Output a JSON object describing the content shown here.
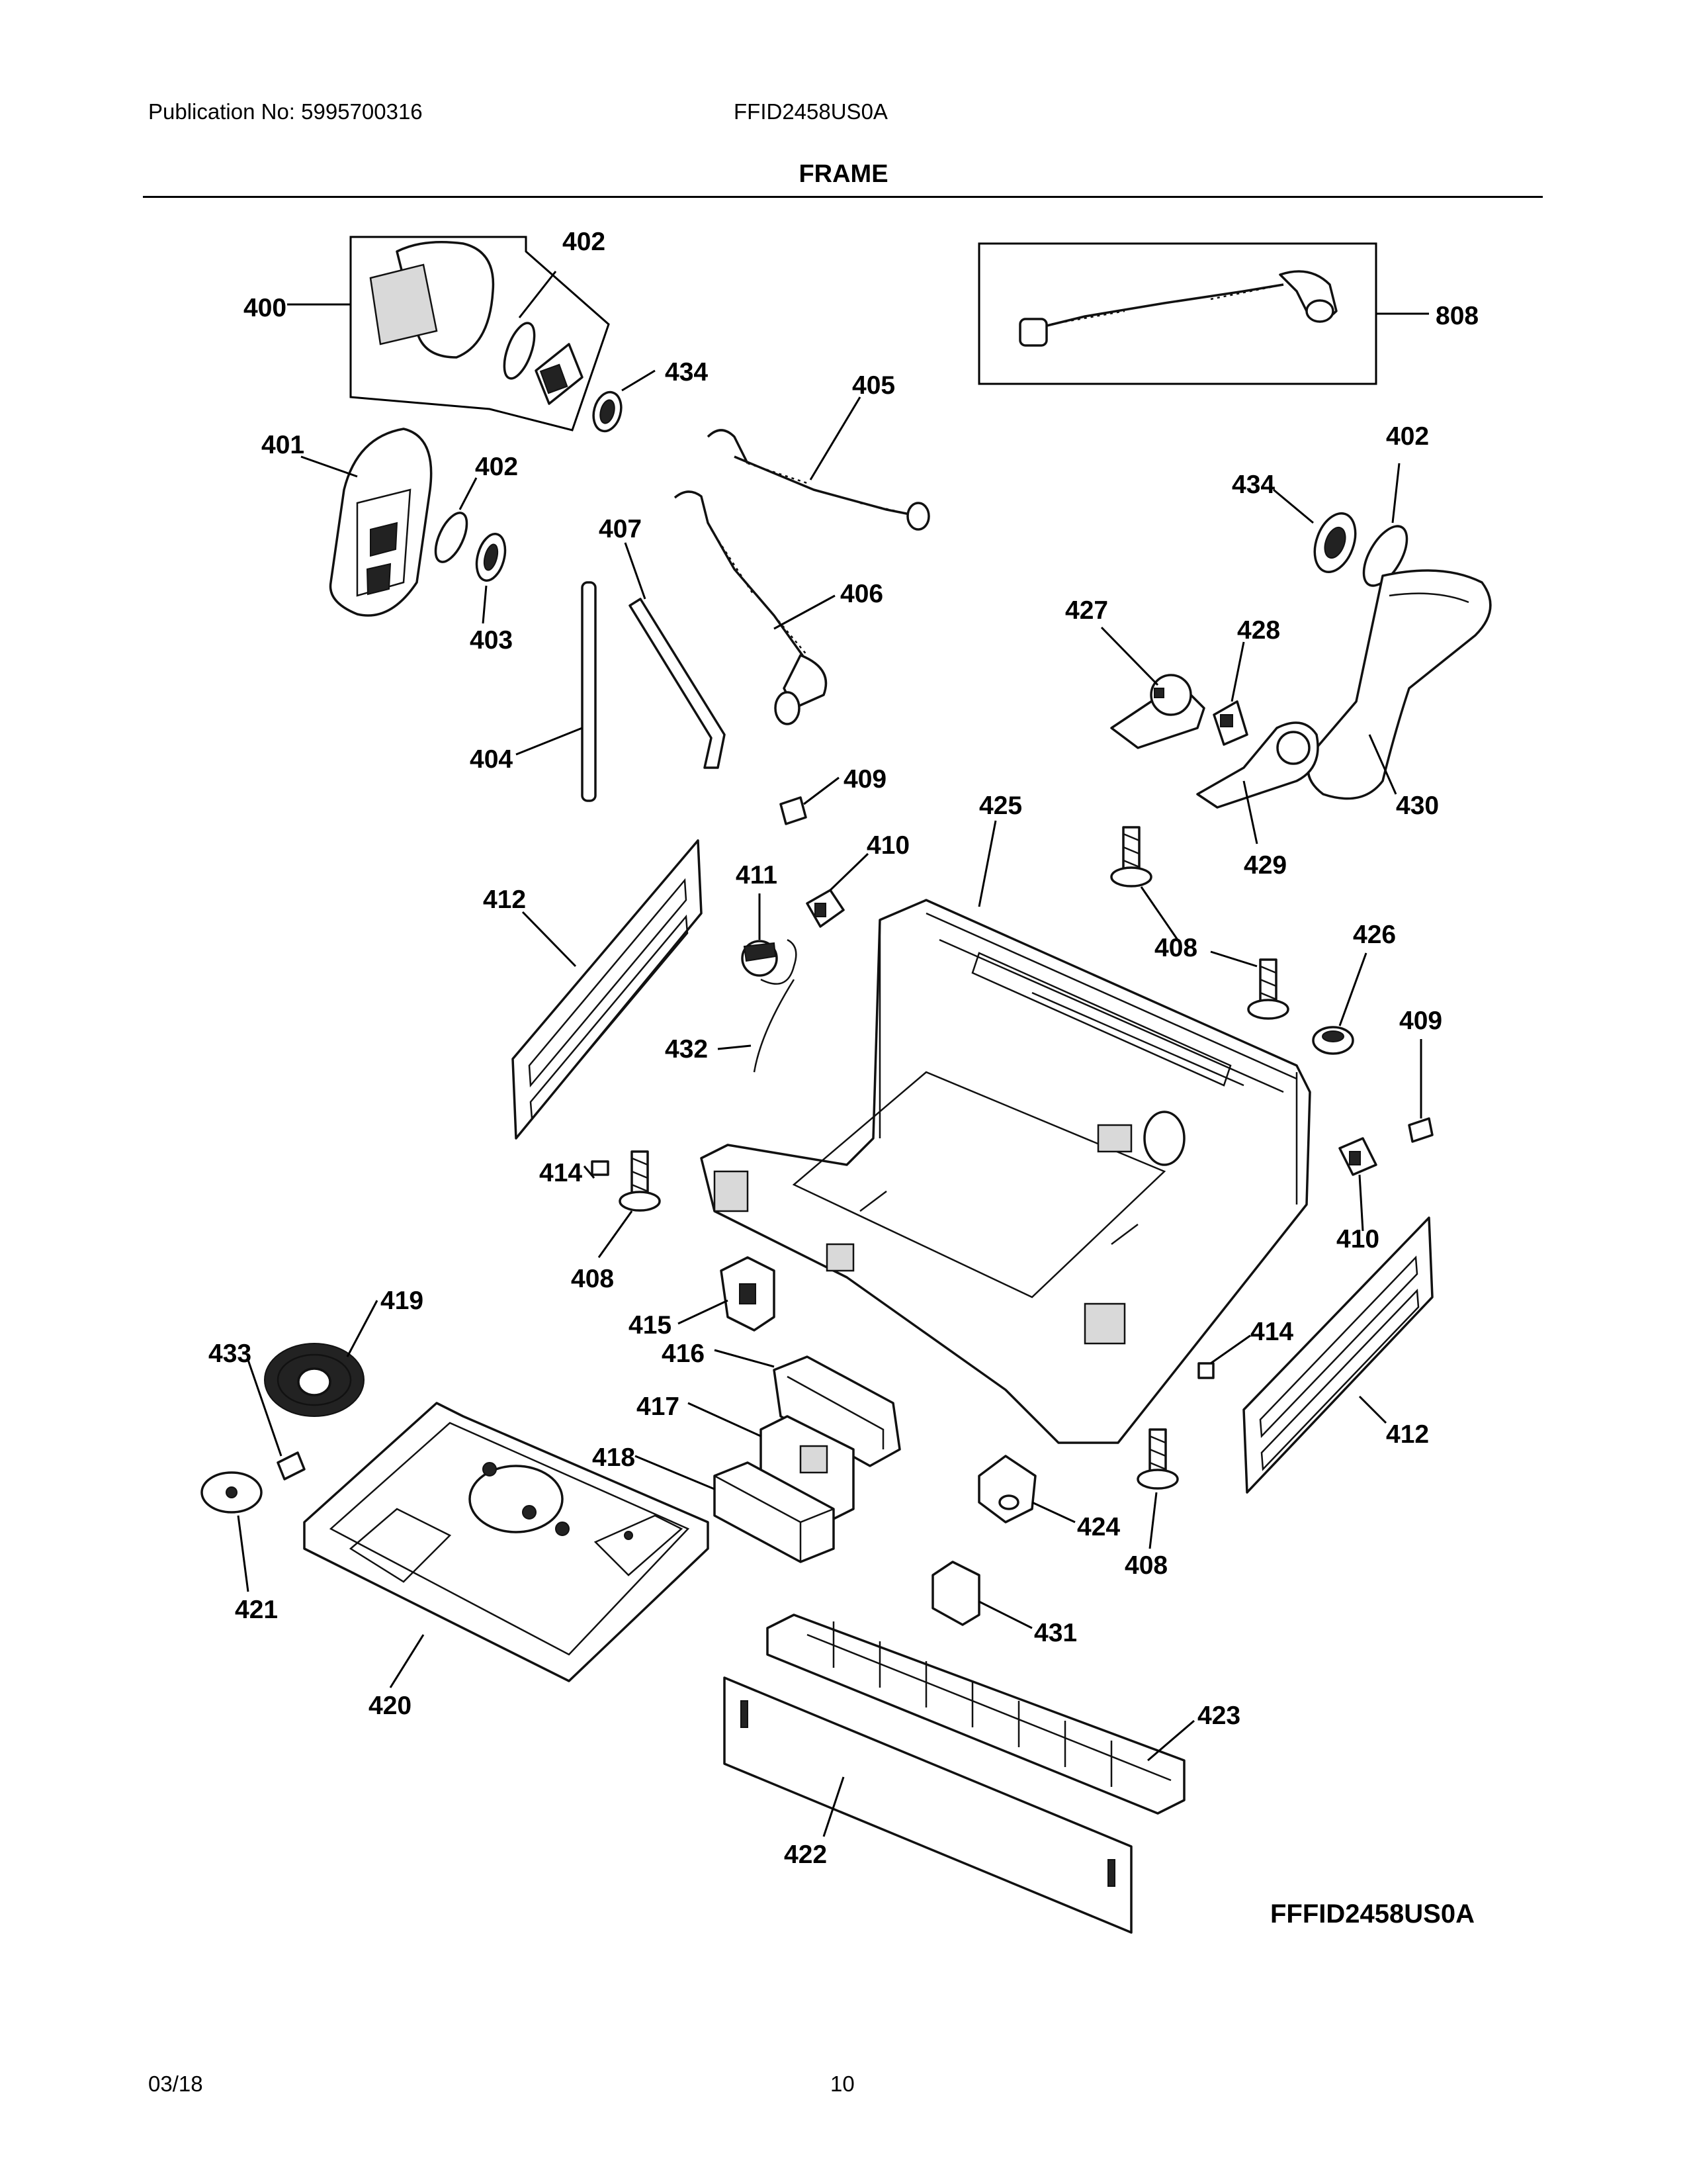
{
  "header": {
    "publication": "Publication No: 5995700316",
    "model": "FFID2458US0A",
    "section": "FRAME"
  },
  "footer": {
    "date": "03/18",
    "page": "10"
  },
  "diagram_code": "FFFID2458US0A",
  "callouts": [
    {
      "id": "c-400",
      "label": "400"
    },
    {
      "id": "c-402a",
      "label": "402"
    },
    {
      "id": "c-434a",
      "label": "434"
    },
    {
      "id": "c-808",
      "label": "808"
    },
    {
      "id": "c-401",
      "label": "401"
    },
    {
      "id": "c-402b",
      "label": "402"
    },
    {
      "id": "c-403",
      "label": "403"
    },
    {
      "id": "c-405",
      "label": "405"
    },
    {
      "id": "c-407",
      "label": "407"
    },
    {
      "id": "c-406",
      "label": "406"
    },
    {
      "id": "c-404",
      "label": "404"
    },
    {
      "id": "c-402c",
      "label": "402"
    },
    {
      "id": "c-434b",
      "label": "434"
    },
    {
      "id": "c-427",
      "label": "427"
    },
    {
      "id": "c-428",
      "label": "428"
    },
    {
      "id": "c-430",
      "label": "430"
    },
    {
      "id": "c-429",
      "label": "429"
    },
    {
      "id": "c-409a",
      "label": "409"
    },
    {
      "id": "c-425",
      "label": "425"
    },
    {
      "id": "c-410a",
      "label": "410"
    },
    {
      "id": "c-411",
      "label": "411"
    },
    {
      "id": "c-412a",
      "label": "412"
    },
    {
      "id": "c-408a",
      "label": "408"
    },
    {
      "id": "c-426",
      "label": "426"
    },
    {
      "id": "c-409b",
      "label": "409"
    },
    {
      "id": "c-432",
      "label": "432"
    },
    {
      "id": "c-414a",
      "label": "414"
    },
    {
      "id": "c-408b",
      "label": "408"
    },
    {
      "id": "c-410b",
      "label": "410"
    },
    {
      "id": "c-415",
      "label": "415"
    },
    {
      "id": "c-419",
      "label": "419"
    },
    {
      "id": "c-433",
      "label": "433"
    },
    {
      "id": "c-416",
      "label": "416"
    },
    {
      "id": "c-414b",
      "label": "414"
    },
    {
      "id": "c-417",
      "label": "417"
    },
    {
      "id": "c-412b",
      "label": "412"
    },
    {
      "id": "c-418",
      "label": "418"
    },
    {
      "id": "c-424",
      "label": "424"
    },
    {
      "id": "c-408c",
      "label": "408"
    },
    {
      "id": "c-421",
      "label": "421"
    },
    {
      "id": "c-431",
      "label": "431"
    },
    {
      "id": "c-420",
      "label": "420"
    },
    {
      "id": "c-423",
      "label": "423"
    },
    {
      "id": "c-422",
      "label": "422"
    }
  ]
}
